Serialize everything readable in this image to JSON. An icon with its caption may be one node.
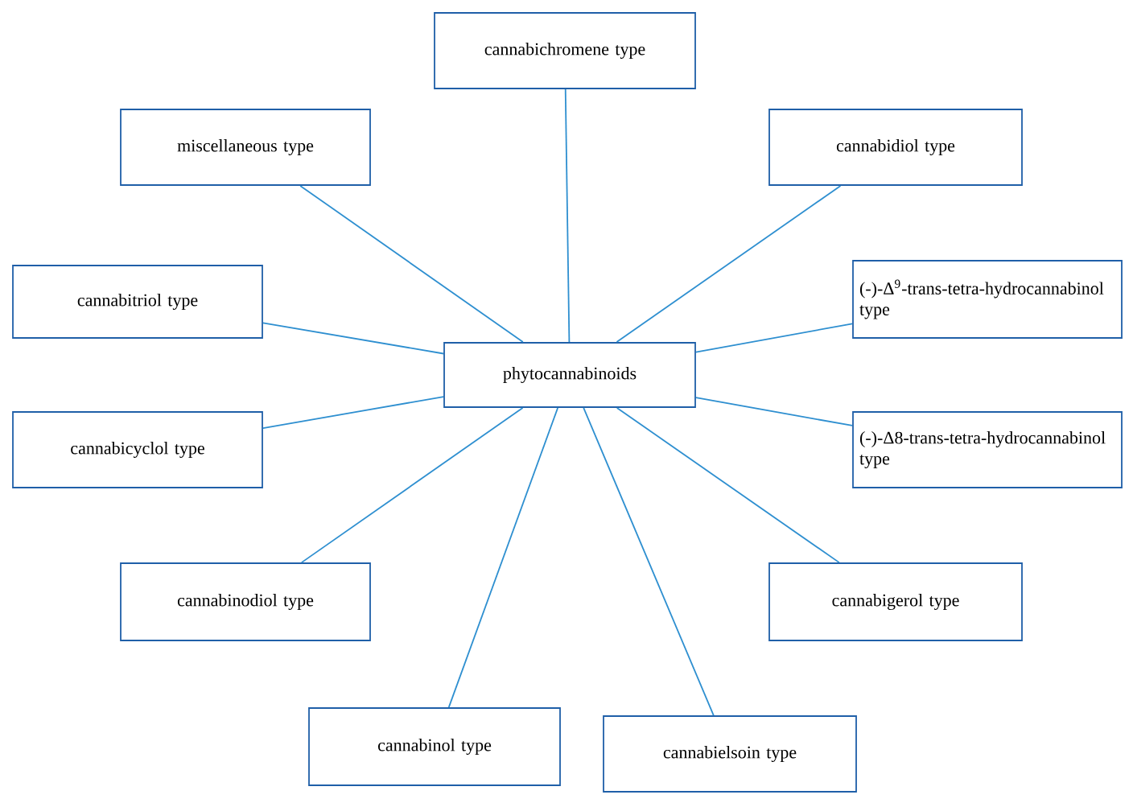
{
  "diagram": {
    "nodes": [
      {
        "text": [
          "phytocannabinoids"
        ]
      },
      {
        "text": [
          "cannabichromene type"
        ]
      },
      {
        "text": [
          "miscellaneous type"
        ]
      },
      {
        "text": [
          "cannabidiol type"
        ]
      },
      {
        "text": [
          "cannabitriol type"
        ]
      },
      {
        "text": [
          "(-)-Δ$^{9}$-trans-tetra-hydrocannabinol type"
        ]
      },
      {
        "text": [
          "cannabicyclol type"
        ]
      },
      {
        "text": [
          "(-)-Δ8-trans-tetra-hydrocannabinol type"
        ]
      },
      {
        "text": [
          "cannabinodiol type"
        ]
      },
      {
        "text": [
          "cannabigerol type"
        ]
      },
      {
        "text": [
          "cannabinol type"
        ]
      },
      {
        "text": [
          "cannabielsoin type"
        ]
      }
    ],
    "edges": [
      {
        "from": 0,
        "to": 1,
        "arrow": "none"
      },
      {
        "from": 0,
        "to": 2,
        "arrow": "none"
      },
      {
        "from": 0,
        "to": 3,
        "arrow": "none"
      },
      {
        "from": 0,
        "to": 4,
        "arrow": "none"
      },
      {
        "from": 0,
        "to": 5,
        "arrow": "none"
      },
      {
        "from": 0,
        "to": 6,
        "arrow": "none"
      },
      {
        "from": 0,
        "to": 7,
        "arrow": "none"
      },
      {
        "from": 0,
        "to": 8,
        "arrow": "none"
      },
      {
        "from": 0,
        "to": 9,
        "arrow": "none"
      },
      {
        "from": 0,
        "to": 10,
        "arrow": "none"
      },
      {
        "from": 0,
        "to": 11,
        "arrow": "none"
      }
    ]
  }
}
